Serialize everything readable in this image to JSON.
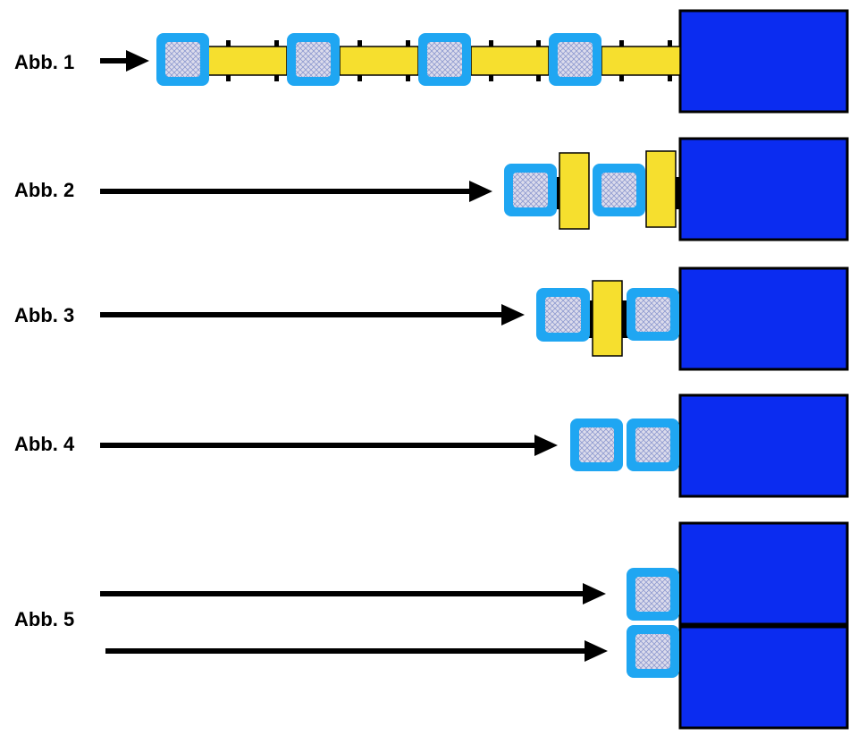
{
  "colors": {
    "background": "#ffffff",
    "block": "#0b2cf0",
    "block_border": "#000000",
    "node_frame": "#1fa6f2",
    "node_fill": "#dcdcec",
    "node_hatch": "#8e9ad0",
    "connector": "#f6df2e",
    "connector_border": "#000000",
    "arrow": "#000000"
  },
  "figures": [
    {
      "label": "Abb. 1"
    },
    {
      "label": "Abb. 2"
    },
    {
      "label": "Abb. 3"
    },
    {
      "label": "Abb. 4"
    },
    {
      "label": "Abb. 5"
    }
  ]
}
